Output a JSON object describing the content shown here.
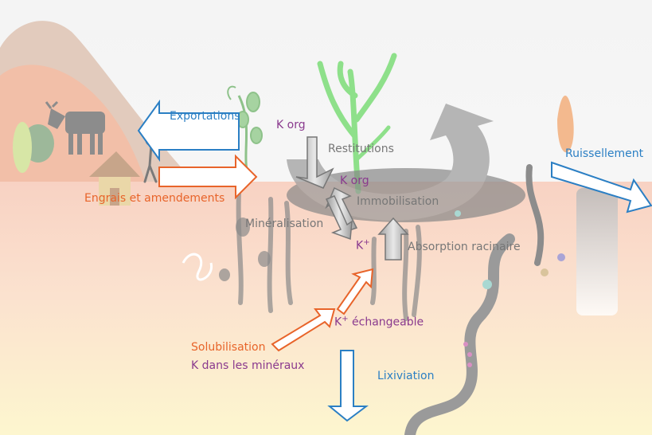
{
  "labels": {
    "exportations": "Exportations",
    "engrais": "Engrais et amendements",
    "ruissellement": "Ruissellement",
    "k_org_top": "K org",
    "restitutions": "Restitutions",
    "k_org_mid": "K org",
    "immobilisation": "Immobilisation",
    "mineralisation": "Minéralisation",
    "k_plus": "K",
    "k_plus_sup": "+",
    "absorption": "Absorption racinaire",
    "k_echangeable": "K",
    "k_echangeable_sup": "+",
    "k_echangeable_rest": " échangeable",
    "solubilisation": "Solubilisation",
    "k_mineraux": "K dans les minéraux",
    "lixiviation": "Lixiviation"
  },
  "colors": {
    "blue": "#2b7fc4",
    "orange": "#e8642a",
    "purple": "#8a3a8e",
    "gray": "#777777"
  }
}
